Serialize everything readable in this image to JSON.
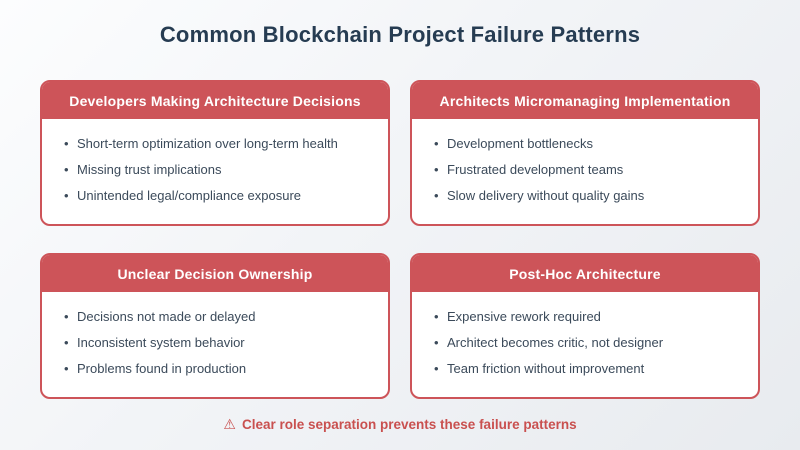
{
  "title": "Common Blockchain Project Failure Patterns",
  "cards": [
    {
      "header": "Developers Making Architecture Decisions",
      "bullets": [
        "Short-term optimization over long-term health",
        "Missing trust implications",
        "Unintended legal/compliance exposure"
      ]
    },
    {
      "header": "Architects Micromanaging Implementation",
      "bullets": [
        "Development bottlenecks",
        "Frustrated development teams",
        "Slow delivery without quality gains"
      ]
    },
    {
      "header": "Unclear Decision Ownership",
      "bullets": [
        "Decisions not made or delayed",
        "Inconsistent system behavior",
        "Problems found in production"
      ]
    },
    {
      "header": "Post-Hoc Architecture",
      "bullets": [
        "Expensive rework required",
        "Architect becomes critic, not designer",
        "Team friction without improvement"
      ]
    }
  ],
  "footer": {
    "icon": "⚠",
    "text": "Clear role separation prevents these failure patterns"
  },
  "colors": {
    "accent_red": "#cd5459",
    "title_navy": "#263c52",
    "body_text": "#3b4a5a",
    "footer_red": "#c9504f",
    "card_bg": "#ffffff"
  }
}
